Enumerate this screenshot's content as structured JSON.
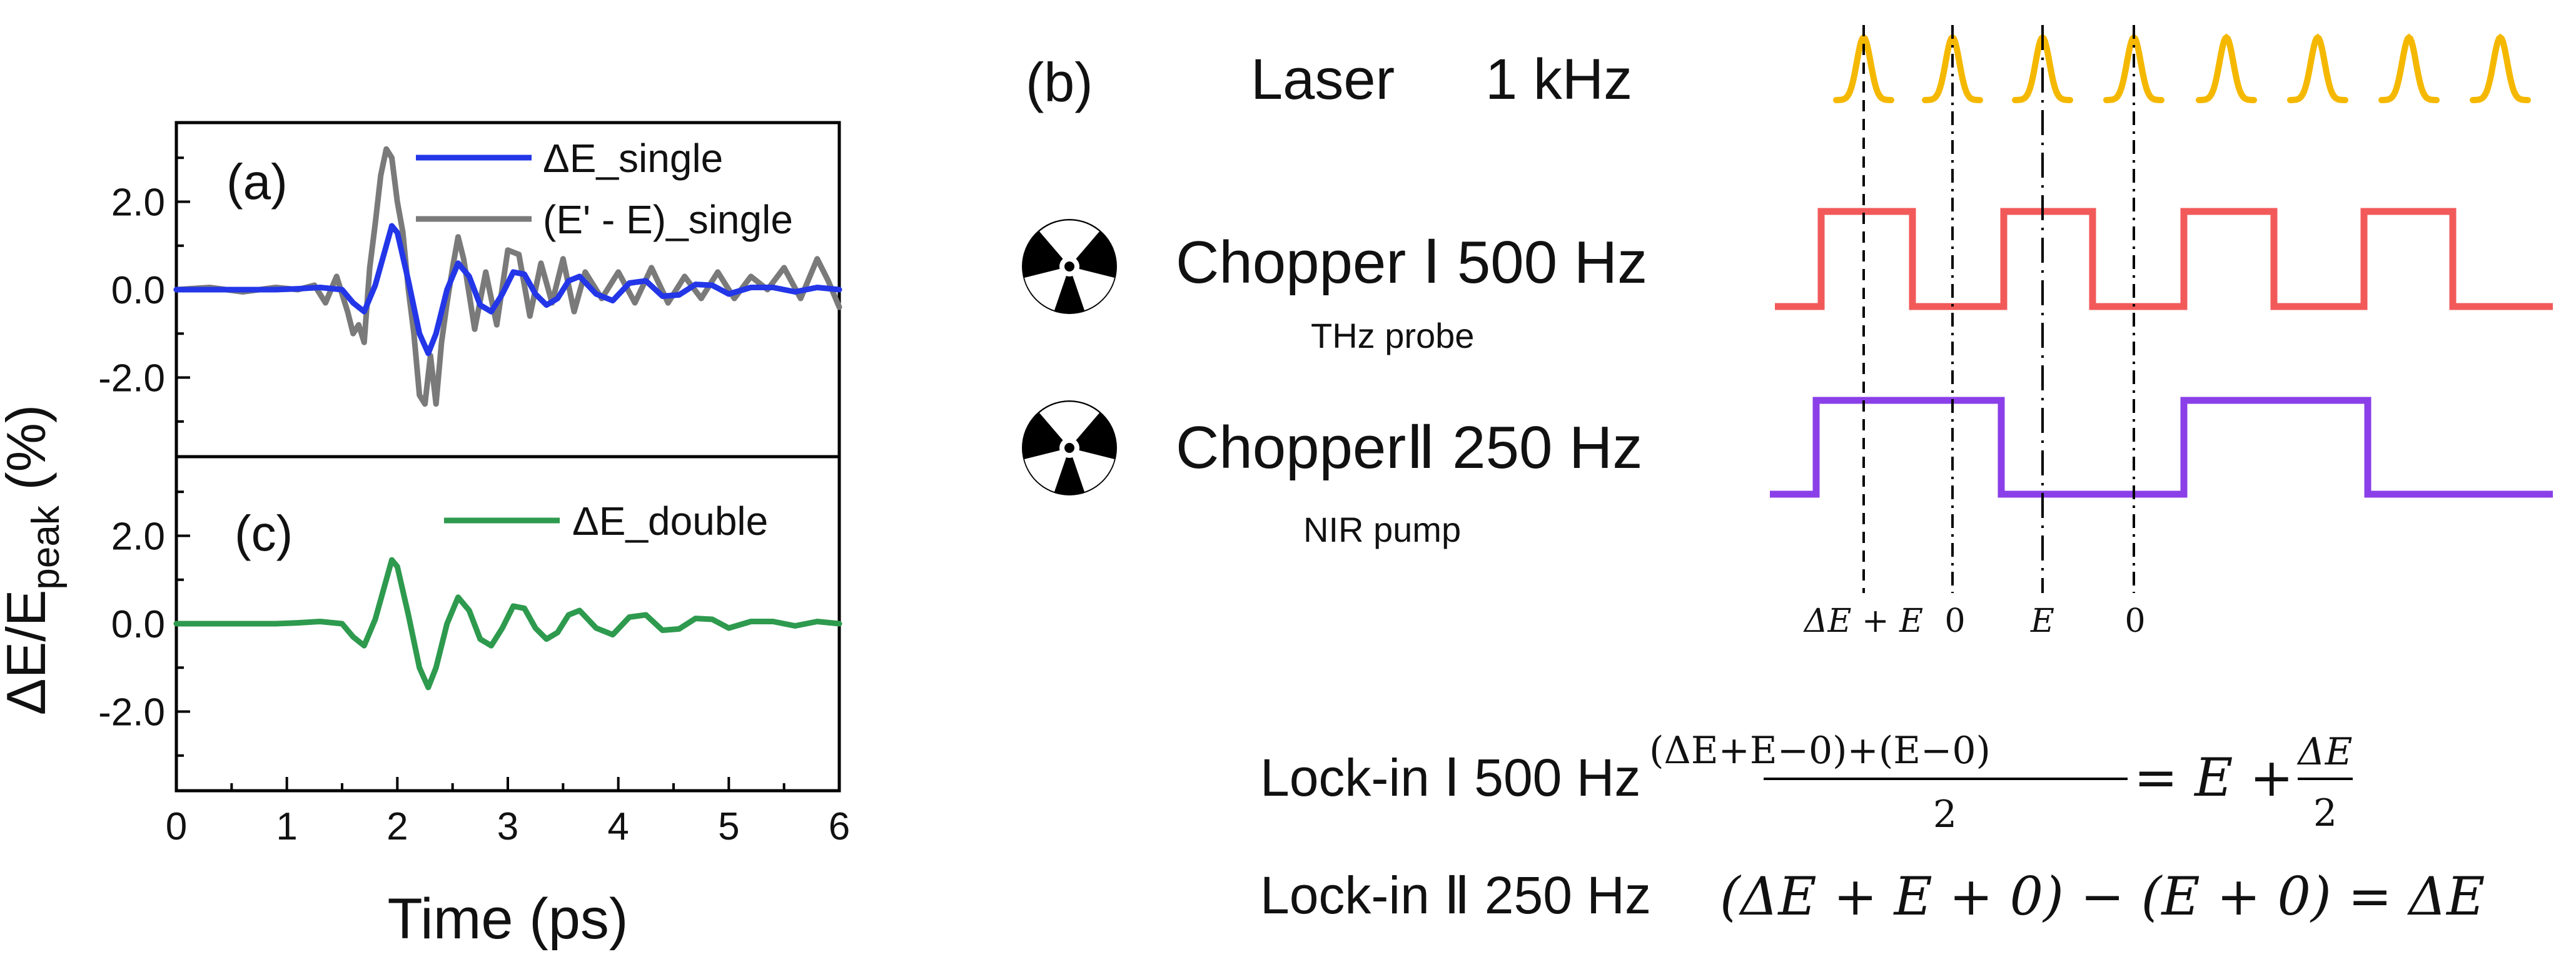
{
  "colors": {
    "blue": "#2336e8",
    "gray": "#7a7a7a",
    "green": "#2e9a4e",
    "laser": "#f5b800",
    "chopper1": "#f25a5a",
    "chopper2": "#8a3fe8",
    "axis": "#000000"
  },
  "plot": {
    "y_axis_label_main": "ΔE/E",
    "y_axis_label_sub": "peak",
    "y_axis_label_unit": "(%)",
    "x_axis_label": "Time (ps)",
    "x_ticks": [
      "0",
      "1",
      "2",
      "3",
      "4",
      "5",
      "6"
    ],
    "y_ticks": [
      "2.0",
      "0.0",
      "-2.0"
    ]
  },
  "chart_data": [
    {
      "type": "line",
      "panel_label": "(a)",
      "xlim": [
        0,
        6
      ],
      "ylim": [
        -3.8,
        3.8
      ],
      "legend_placement": "top-right",
      "series": [
        {
          "name": "ΔE_single",
          "color": "#2336e8",
          "x": [
            0.0,
            0.3,
            0.6,
            0.9,
            1.1,
            1.3,
            1.5,
            1.6,
            1.7,
            1.8,
            1.9,
            1.95,
            2.0,
            2.1,
            2.2,
            2.28,
            2.35,
            2.45,
            2.55,
            2.65,
            2.75,
            2.85,
            2.95,
            3.05,
            3.15,
            3.25,
            3.35,
            3.45,
            3.55,
            3.65,
            3.8,
            3.95,
            4.1,
            4.25,
            4.4,
            4.55,
            4.7,
            4.85,
            5.0,
            5.2,
            5.4,
            5.6,
            5.8,
            6.0
          ],
          "y": [
            0.0,
            0.0,
            0.0,
            0.0,
            0.02,
            0.05,
            0.0,
            -0.3,
            -0.5,
            0.1,
            1.0,
            1.45,
            1.3,
            0.2,
            -1.0,
            -1.45,
            -1.0,
            0.0,
            0.6,
            0.3,
            -0.35,
            -0.5,
            -0.1,
            0.4,
            0.35,
            -0.1,
            -0.35,
            -0.2,
            0.2,
            0.3,
            -0.1,
            -0.25,
            0.15,
            0.2,
            -0.15,
            -0.12,
            0.12,
            0.1,
            -0.1,
            0.05,
            0.05,
            -0.05,
            0.05,
            0.0
          ]
        },
        {
          "name": "(E' - E)_single",
          "color": "#7a7a7a",
          "x": [
            0.0,
            0.3,
            0.6,
            0.9,
            1.1,
            1.25,
            1.35,
            1.45,
            1.55,
            1.6,
            1.65,
            1.7,
            1.75,
            1.8,
            1.85,
            1.9,
            1.95,
            2.0,
            2.05,
            2.1,
            2.15,
            2.2,
            2.25,
            2.3,
            2.35,
            2.4,
            2.45,
            2.5,
            2.55,
            2.6,
            2.65,
            2.7,
            2.8,
            2.9,
            3.0,
            3.1,
            3.2,
            3.3,
            3.4,
            3.5,
            3.6,
            3.7,
            3.85,
            4.0,
            4.15,
            4.3,
            4.45,
            4.6,
            4.75,
            4.9,
            5.05,
            5.2,
            5.35,
            5.5,
            5.65,
            5.8,
            5.9,
            6.0
          ],
          "y": [
            0.0,
            0.05,
            -0.05,
            0.05,
            0.0,
            0.1,
            -0.3,
            0.3,
            -0.5,
            -1.0,
            -0.8,
            -1.2,
            0.5,
            1.5,
            2.6,
            3.2,
            3.0,
            2.0,
            1.3,
            0.0,
            -1.0,
            -2.4,
            -2.6,
            -1.5,
            -2.6,
            -1.2,
            -0.3,
            0.5,
            1.2,
            0.7,
            -0.1,
            -0.9,
            0.4,
            -0.8,
            0.9,
            0.8,
            -0.6,
            0.6,
            -0.3,
            0.7,
            -0.5,
            0.4,
            -0.2,
            0.4,
            -0.3,
            0.5,
            -0.3,
            0.3,
            -0.2,
            0.4,
            -0.2,
            0.3,
            0.0,
            0.5,
            -0.2,
            0.7,
            0.2,
            -0.4
          ]
        }
      ]
    },
    {
      "type": "line",
      "panel_label": "(c)",
      "xlim": [
        0,
        6
      ],
      "ylim": [
        -3.8,
        3.8
      ],
      "legend_placement": "top-right",
      "series": [
        {
          "name": "ΔE_double",
          "color": "#2e9a4e",
          "x": [
            0.0,
            0.3,
            0.6,
            0.9,
            1.1,
            1.3,
            1.5,
            1.6,
            1.7,
            1.8,
            1.9,
            1.95,
            2.0,
            2.1,
            2.2,
            2.28,
            2.35,
            2.45,
            2.55,
            2.65,
            2.75,
            2.85,
            2.95,
            3.05,
            3.15,
            3.25,
            3.35,
            3.45,
            3.55,
            3.65,
            3.8,
            3.95,
            4.1,
            4.25,
            4.4,
            4.55,
            4.7,
            4.85,
            5.0,
            5.2,
            5.4,
            5.6,
            5.8,
            6.0
          ],
          "y": [
            0.0,
            0.0,
            0.0,
            0.0,
            0.02,
            0.05,
            0.0,
            -0.3,
            -0.5,
            0.1,
            1.0,
            1.45,
            1.3,
            0.2,
            -1.0,
            -1.45,
            -1.0,
            0.0,
            0.6,
            0.3,
            -0.35,
            -0.5,
            -0.1,
            0.4,
            0.35,
            -0.1,
            -0.35,
            -0.2,
            0.2,
            0.3,
            -0.1,
            -0.25,
            0.15,
            0.2,
            -0.15,
            -0.12,
            0.12,
            0.1,
            -0.1,
            0.05,
            0.05,
            -0.05,
            0.05,
            0.0
          ]
        }
      ]
    }
  ],
  "diagram": {
    "panel_label": "(b)",
    "laser_label": "Laser",
    "laser_freq": "1 kHz",
    "chopper1_label": "Chopper Ⅰ 500 Hz",
    "chopper1_sub": "THz probe",
    "chopper2_label": "ChopperⅡ 250 Hz",
    "chopper2_sub": "NIR pump",
    "signal_labels": [
      "ΔE + E",
      "0",
      "E",
      "0"
    ]
  },
  "lockin": {
    "line1_label": "Lock-in Ⅰ 500 Hz",
    "line1_numerator": "(ΔE+E−0)+(E−0)",
    "line1_denominator": "2",
    "line1_rhs": "= E +",
    "line1_frac_num": "ΔE",
    "line1_frac_den": "2",
    "line2_label": "Lock-in Ⅱ 250 Hz",
    "line2_formula": "(ΔE + E + 0) − (E + 0) = ΔE"
  }
}
